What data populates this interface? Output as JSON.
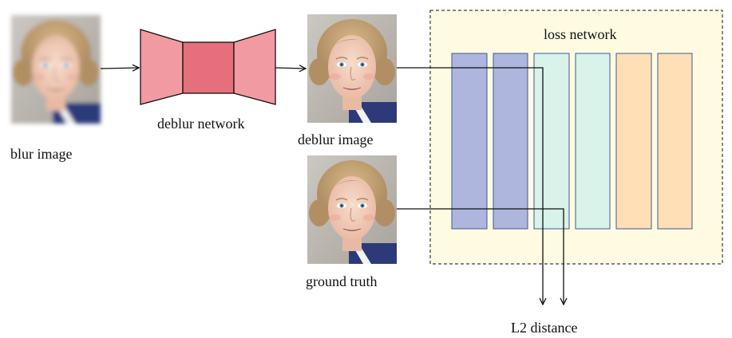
{
  "labels": {
    "blur_image": "blur image",
    "deblur_network": "deblur network",
    "deblur_image": "deblur image",
    "ground_truth": "ground truth",
    "loss_network": "loss network",
    "l2_distance": "L2 distance"
  },
  "colors": {
    "deblur_outer": "#f29aa2",
    "deblur_center": "#e56f7a",
    "loss_panel_fill": "#fffbe2",
    "loss_blue": "#aeb6de",
    "loss_green": "#d9f2ea",
    "loss_orange": "#ffdfb5",
    "stroke": "#111111"
  }
}
